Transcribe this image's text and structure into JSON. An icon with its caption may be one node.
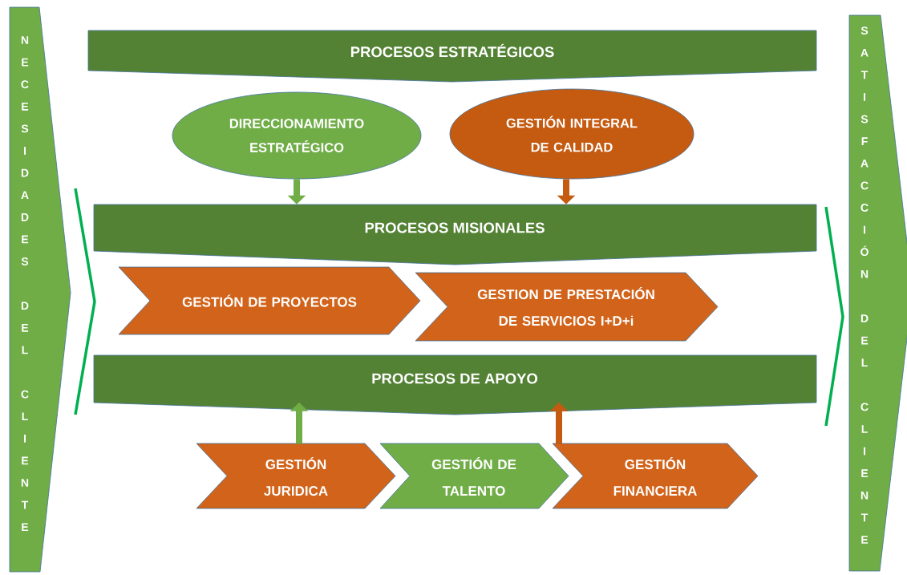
{
  "diagram": {
    "nodes": [
      {
        "text": [
          "NECESIDADES DEL CLIENTE"
        ]
      },
      {
        "text": [
          "PROCESOS ESTRATÉGICOS"
        ]
      },
      {
        "text": [
          "DIRECCIONAMIENTO ESTRATÉGICO"
        ]
      },
      {
        "text": [
          "GESTIÓN INTEGRAL DE CALIDAD"
        ]
      },
      {
        "text": [
          "PROCESOS MISIONALES"
        ]
      },
      {
        "text": [
          "GESTIÓN DE PROYECTOS"
        ]
      },
      {
        "text": [
          "GESTION DE PRESTACIÓN DE SERVICIOS I+D+i"
        ]
      },
      {
        "text": [
          "PROCESOS DE APOYO"
        ]
      },
      {
        "text": [
          "GESTIÓN JURIDICA"
        ]
      },
      {
        "text": [
          "GESTIÓN DE TALENTO"
        ]
      },
      {
        "text": [
          "GESTIÓN FINANCIERA"
        ]
      },
      {
        "text": [
          "SATISFACCIÓN DEL CLIENTE"
        ]
      }
    ],
    "edges": [
      {
        "from": 2,
        "to": 4,
        "arrow": "to",
        "color": "#70ad47"
      },
      {
        "from": 3,
        "to": 4,
        "arrow": "to",
        "color": "#c55a11"
      },
      {
        "from": 8,
        "to": 7,
        "arrow": "to",
        "color": "#70ad47"
      },
      {
        "from": 10,
        "to": 7,
        "arrow": "to",
        "color": "#c55a11"
      }
    ]
  }
}
